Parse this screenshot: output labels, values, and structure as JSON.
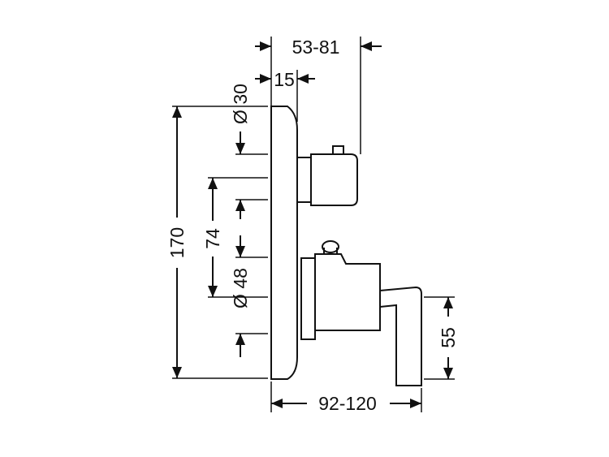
{
  "dimensions": {
    "top_width": "53-81",
    "plate_offset": "15",
    "small_diameter": "Ø 30",
    "total_height": "170",
    "center_spacing": "74",
    "large_diameter": "Ø 48",
    "lever_height": "55",
    "bottom_width": "92-120"
  }
}
